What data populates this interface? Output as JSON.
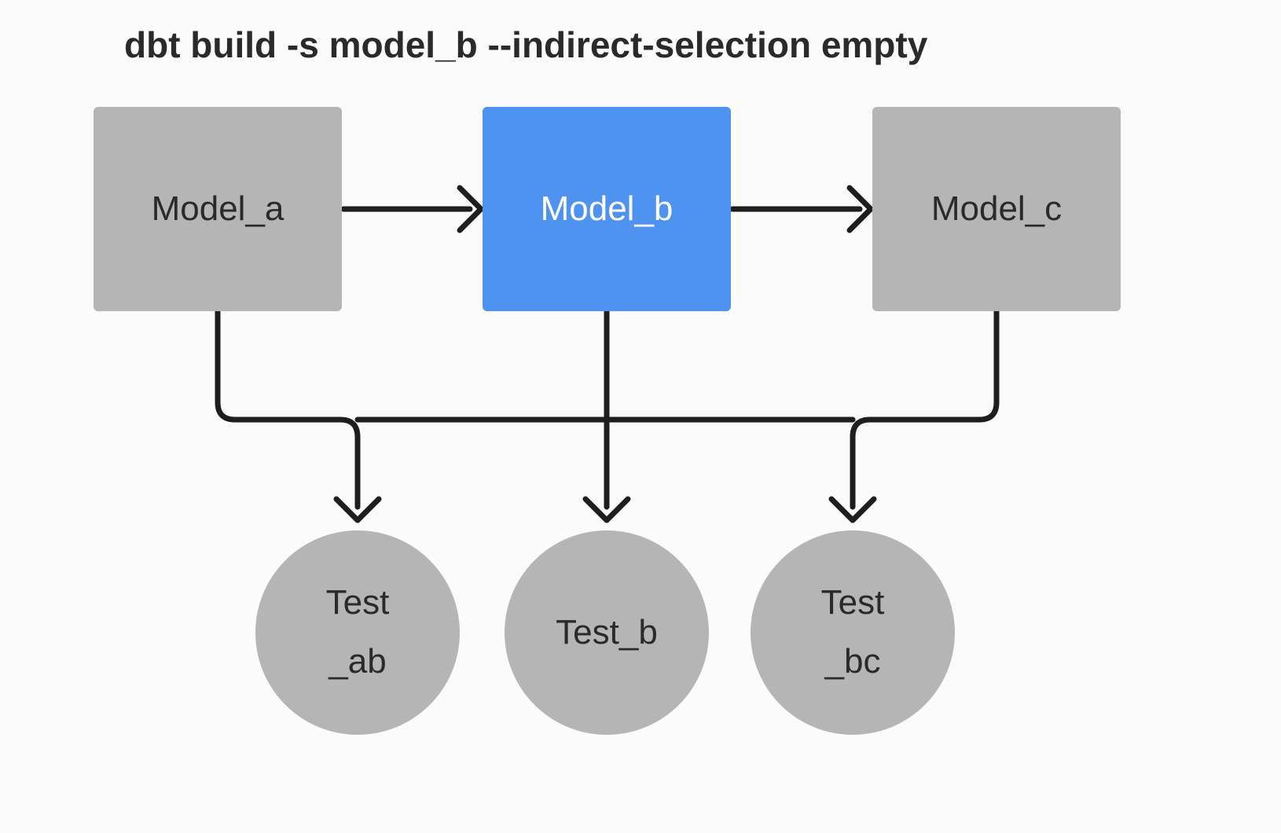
{
  "title": "dbt build -s model_b --indirect-selection empty",
  "nodes": {
    "model_a": {
      "label": "Model_a"
    },
    "model_b": {
      "label": "Model_b"
    },
    "model_c": {
      "label": "Model_c"
    },
    "test_ab": {
      "label_line1": "Test",
      "label_line2": "_ab"
    },
    "test_b": {
      "label": "Test_b"
    },
    "test_bc": {
      "label_line1": "Test",
      "label_line2": "_bc"
    }
  },
  "selected_node": "model_b",
  "edges": {
    "arrows": [
      {
        "from": "model_a",
        "to": "model_b"
      },
      {
        "from": "model_b",
        "to": "model_c"
      }
    ],
    "bus": {
      "sources": [
        "model_a",
        "model_b",
        "model_c"
      ],
      "targets": [
        "test_ab",
        "test_b",
        "test_bc"
      ]
    }
  },
  "colors": {
    "background": "#fbfbfb",
    "node_gray": "#b5b5b5",
    "accent_blue": "#4f93f0",
    "connector": "#1e1e1e",
    "text_dark": "#2a2a2c",
    "text_light": "#ffffff"
  }
}
